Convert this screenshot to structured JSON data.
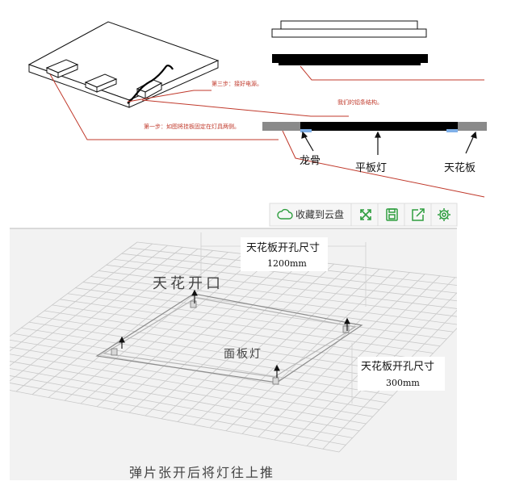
{
  "top_diagram": {
    "step_three": "第三步：接好电源。",
    "profile_note": "我们的铝条结构。",
    "step_one": "第一步：如图将挂板固定在灯具两侧。",
    "label_keel": "龙骨",
    "label_panel_light": "平板灯",
    "label_ceiling": "天花板"
  },
  "toolbar": {
    "save_cloud_label": "收藏到云盘",
    "cloud_icon": "cloud-icon",
    "fullscreen_icon": "expand-icon",
    "save_icon": "floppy-disk-icon",
    "share_icon": "share-icon",
    "settings_icon": "gear-icon",
    "accent_color": "#2e9e3f"
  },
  "install_diagram": {
    "ceiling_opening": "天花开口",
    "panel_light": "面板灯",
    "instruction": "弹片张开后将灯往上推",
    "spec_one_title": "天花板开孔尺寸",
    "spec_one_value": "1200mm",
    "spec_two_title": "天花板开孔尺寸",
    "spec_two_value": "300mm"
  }
}
